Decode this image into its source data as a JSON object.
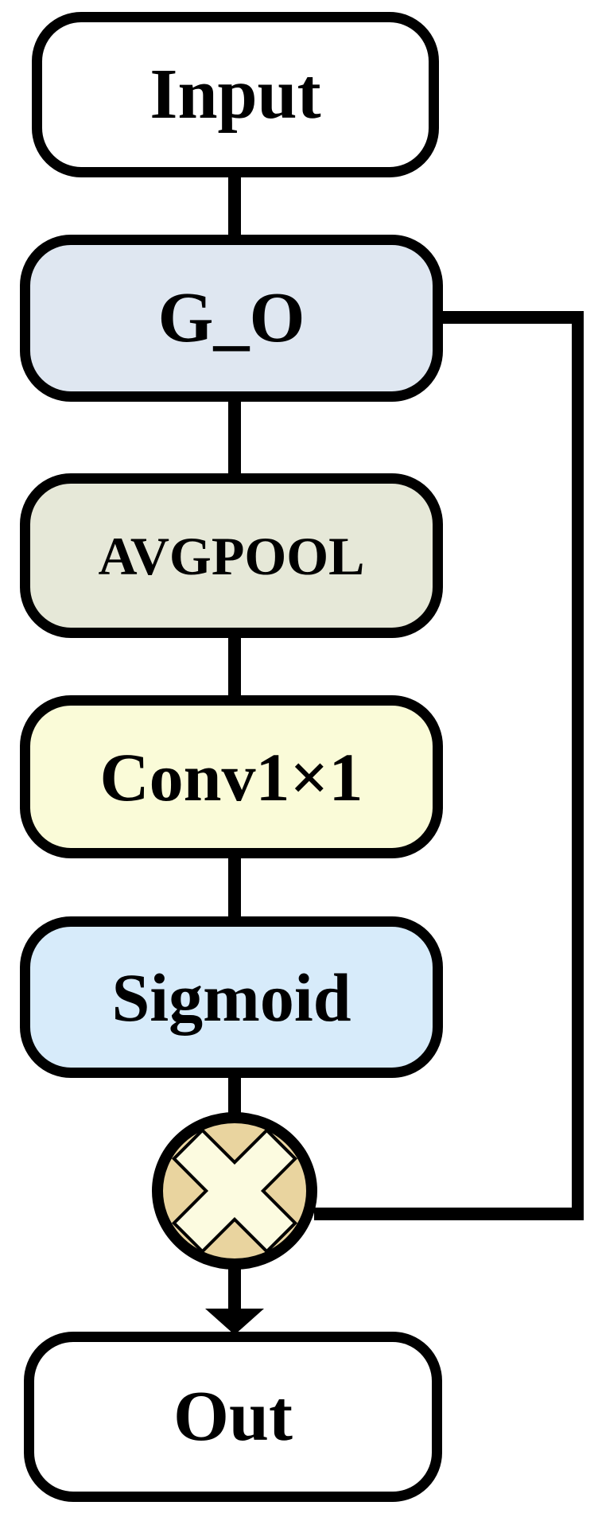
{
  "diagram": {
    "description": "Flowchart of a channel-attention style block: Input feeds G_O, then AVGPOOL, Conv1x1 and Sigmoid; the Sigmoid output is multiplied (x) with the G_O output via a right-hand skip connection, producing Out.",
    "line_color": "#000000",
    "background_color": "#ffffff",
    "nodes": [
      {
        "id": "input",
        "label": "Input",
        "shape": "rounded-rect",
        "fill": "#ffffff"
      },
      {
        "id": "g_o",
        "label": "G_O",
        "shape": "rounded-rect",
        "fill": "#dfe7f1"
      },
      {
        "id": "avgpool",
        "label": "AVGPOOL",
        "shape": "rounded-rect",
        "fill": "#e6e8d8"
      },
      {
        "id": "conv1x1",
        "label": "Conv1×1",
        "shape": "rounded-rect",
        "fill": "#fafbd8"
      },
      {
        "id": "sigmoid",
        "label": "Sigmoid",
        "shape": "rounded-rect",
        "fill": "#d7ebfa"
      },
      {
        "id": "multiply",
        "label": "×",
        "shape": "circle",
        "fill": "#e9d49f",
        "symbol": "multiply-cross",
        "symbol_fill": "#fcfbe0"
      },
      {
        "id": "out",
        "label": "Out",
        "shape": "rounded-rect",
        "fill": "#ffffff"
      }
    ],
    "edges": [
      {
        "from": "input",
        "to": "g_o",
        "type": "line"
      },
      {
        "from": "g_o",
        "to": "avgpool",
        "type": "line"
      },
      {
        "from": "avgpool",
        "to": "conv1x1",
        "type": "line"
      },
      {
        "from": "conv1x1",
        "to": "sigmoid",
        "type": "line"
      },
      {
        "from": "sigmoid",
        "to": "multiply",
        "type": "line"
      },
      {
        "from": "g_o",
        "to": "multiply",
        "type": "skip-connection-right-side"
      },
      {
        "from": "multiply",
        "to": "out",
        "type": "arrow"
      }
    ]
  }
}
